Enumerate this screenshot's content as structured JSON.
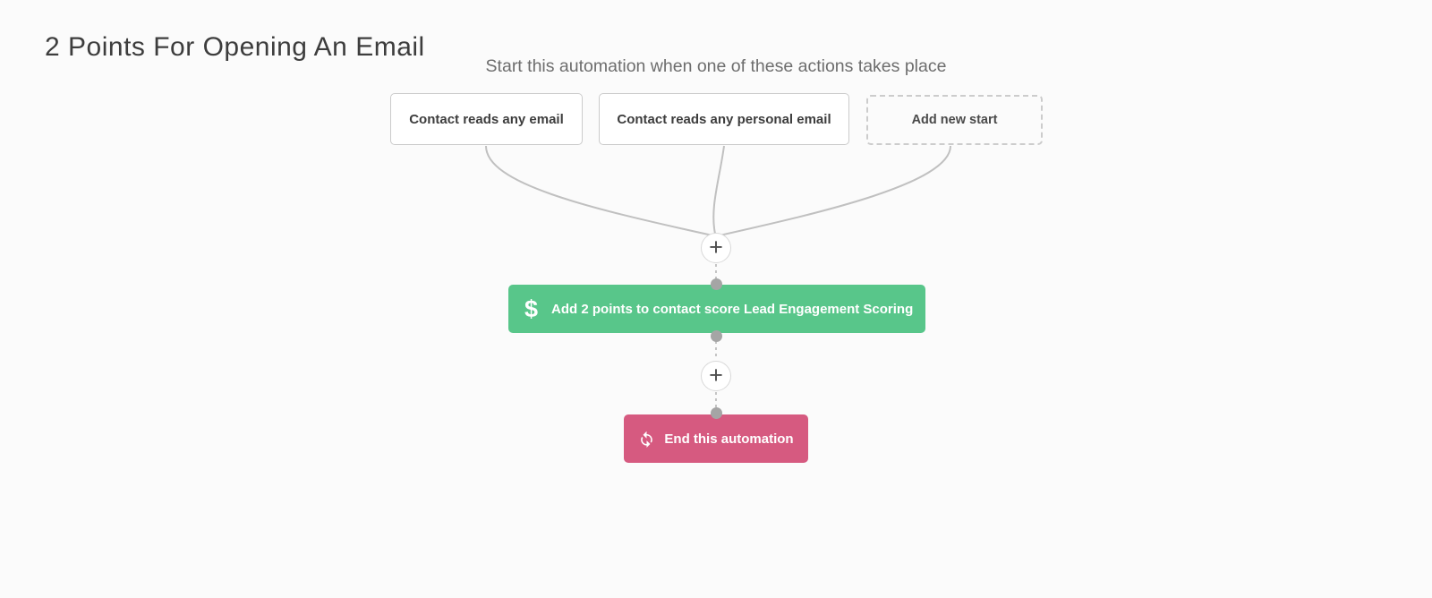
{
  "page": {
    "title": "2 Points For Opening An Email",
    "subtitle": "Start this automation when one of these actions takes place"
  },
  "triggers": [
    {
      "label": "Contact reads any email",
      "kind": "trigger"
    },
    {
      "label": "Contact reads any personal email",
      "kind": "trigger"
    },
    {
      "label": "Add new start",
      "kind": "add-new-start"
    }
  ],
  "flow": {
    "add_node_glyph": "+",
    "score_action": {
      "icon": "dollar-sign-icon",
      "icon_glyph": "$",
      "label": "Add 2 points to contact score Lead Engagement Scoring",
      "color": "#58c68a"
    },
    "end_action": {
      "icon": "sync-arrows-icon",
      "label": "End this automation",
      "color": "#d65a80"
    }
  },
  "colors": {
    "background": "#fbfbfb",
    "connector": "#c0c0c0",
    "trigger_border": "#cbcbcb",
    "dot": "#a5a5a5"
  }
}
